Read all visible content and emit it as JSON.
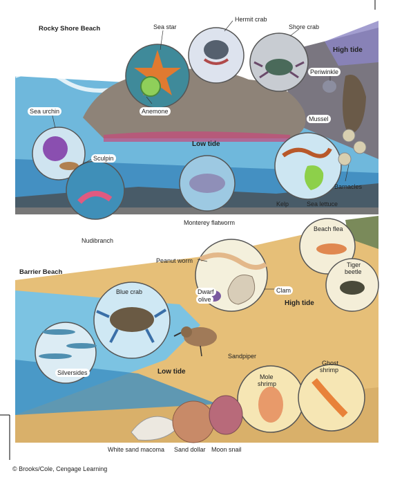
{
  "sections": {
    "rocky_title": "Rocky Shore Beach",
    "barrier_title": "Barrier Beach"
  },
  "rocky_labels": {
    "sea_star": "Sea star",
    "hermit_crab": "Hermit crab",
    "shore_crab": "Shore crab",
    "high_tide": "High tide",
    "periwinkle": "Periwinkle",
    "mussel": "Mussel",
    "anemone": "Anemone",
    "sea_urchin": "Sea urchin",
    "low_tide": "Low tide",
    "sculpin": "Sculpin",
    "barnacles": "Barnacles",
    "kelp": "Kelp",
    "sea_lettuce": "Sea lettuce",
    "monterey_flatworm": "Monterey flatworm",
    "nudibranch": "Nudibranch"
  },
  "barrier_labels": {
    "beach_flea": "Beach flea",
    "peanut_worm": "Peanut worm",
    "tiger_beetle_1": "Tiger",
    "tiger_beetle_2": "beetle",
    "blue_crab": "Blue crab",
    "dwarf_olive_1": "Dwarf",
    "dwarf_olive_2": "olive",
    "clam": "Clam",
    "high_tide": "High tide",
    "sandpiper": "Sandpiper",
    "silversides": "Silversides",
    "low_tide": "Low tide",
    "mole_shrimp_1": "Mole",
    "mole_shrimp_2": "shrimp",
    "ghost_shrimp_1": "Ghost",
    "ghost_shrimp_2": "shrimp",
    "white_sand_macoma": "White sand macoma",
    "sand_dollar": "Sand dollar",
    "moon_snail": "Moon snail"
  },
  "credit": "© Brooks/Cole, Cengage Learning",
  "colors": {
    "sand": "#e8c27a",
    "sand_dark": "#c99a4a",
    "water": "#5fb0d6",
    "water_deep": "#2f7fb3",
    "rock": "#8a7e74",
    "rock_dark": "#5a534d",
    "sky_rock": "#6e6aa8",
    "algae": "#c8487a",
    "circle_border": "#555555"
  },
  "icons": [
    "sea-star-icon",
    "hermit-crab-icon",
    "shore-crab-icon",
    "anemone-icon",
    "sea-urchin-icon",
    "sculpin-icon",
    "nudibranch-icon",
    "flatworm-icon",
    "kelp-icon",
    "sea-lettuce-icon",
    "mussel-icon",
    "periwinkle-icon",
    "barnacles-icon",
    "beach-flea-icon",
    "tiger-beetle-icon",
    "peanut-worm-icon",
    "clam-icon",
    "dwarf-olive-icon",
    "blue-crab-icon",
    "silversides-icon",
    "sandpiper-icon",
    "mole-shrimp-icon",
    "ghost-shrimp-icon",
    "macoma-icon",
    "sand-dollar-icon",
    "moon-snail-icon"
  ]
}
